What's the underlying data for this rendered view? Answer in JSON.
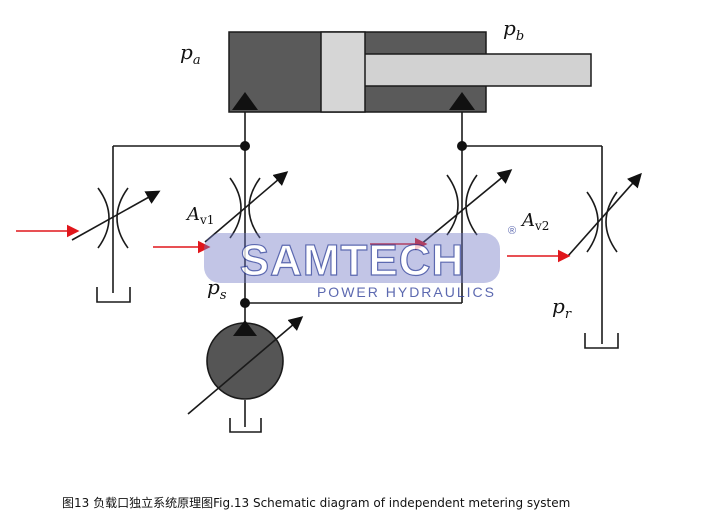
{
  "labels": {
    "pa": {
      "main": "p",
      "sub": "a"
    },
    "pb": {
      "main": "p",
      "sub": "b"
    },
    "ps": {
      "main": "p",
      "sub": "s"
    },
    "pr": {
      "main": "p",
      "sub": "r"
    },
    "av1": {
      "main": "A",
      "sub": "v1"
    },
    "av2": {
      "main": "A",
      "sub": "v2"
    }
  },
  "watermark": {
    "brand": "SAMTECH",
    "tagline": "POWER HYDRAULICS",
    "registered": "®"
  },
  "caption": "图13 负载口独立系统原理图Fig.13 Schematic diagram of independent metering system",
  "colors": {
    "line": "#1a1a1a",
    "cylinder": "#5a5a5a",
    "piston": "#d6d6d6",
    "rod": "#d2d2d2",
    "pump": "#555555",
    "arrow": "#e0161b",
    "watermark": "#2f3f9a"
  }
}
